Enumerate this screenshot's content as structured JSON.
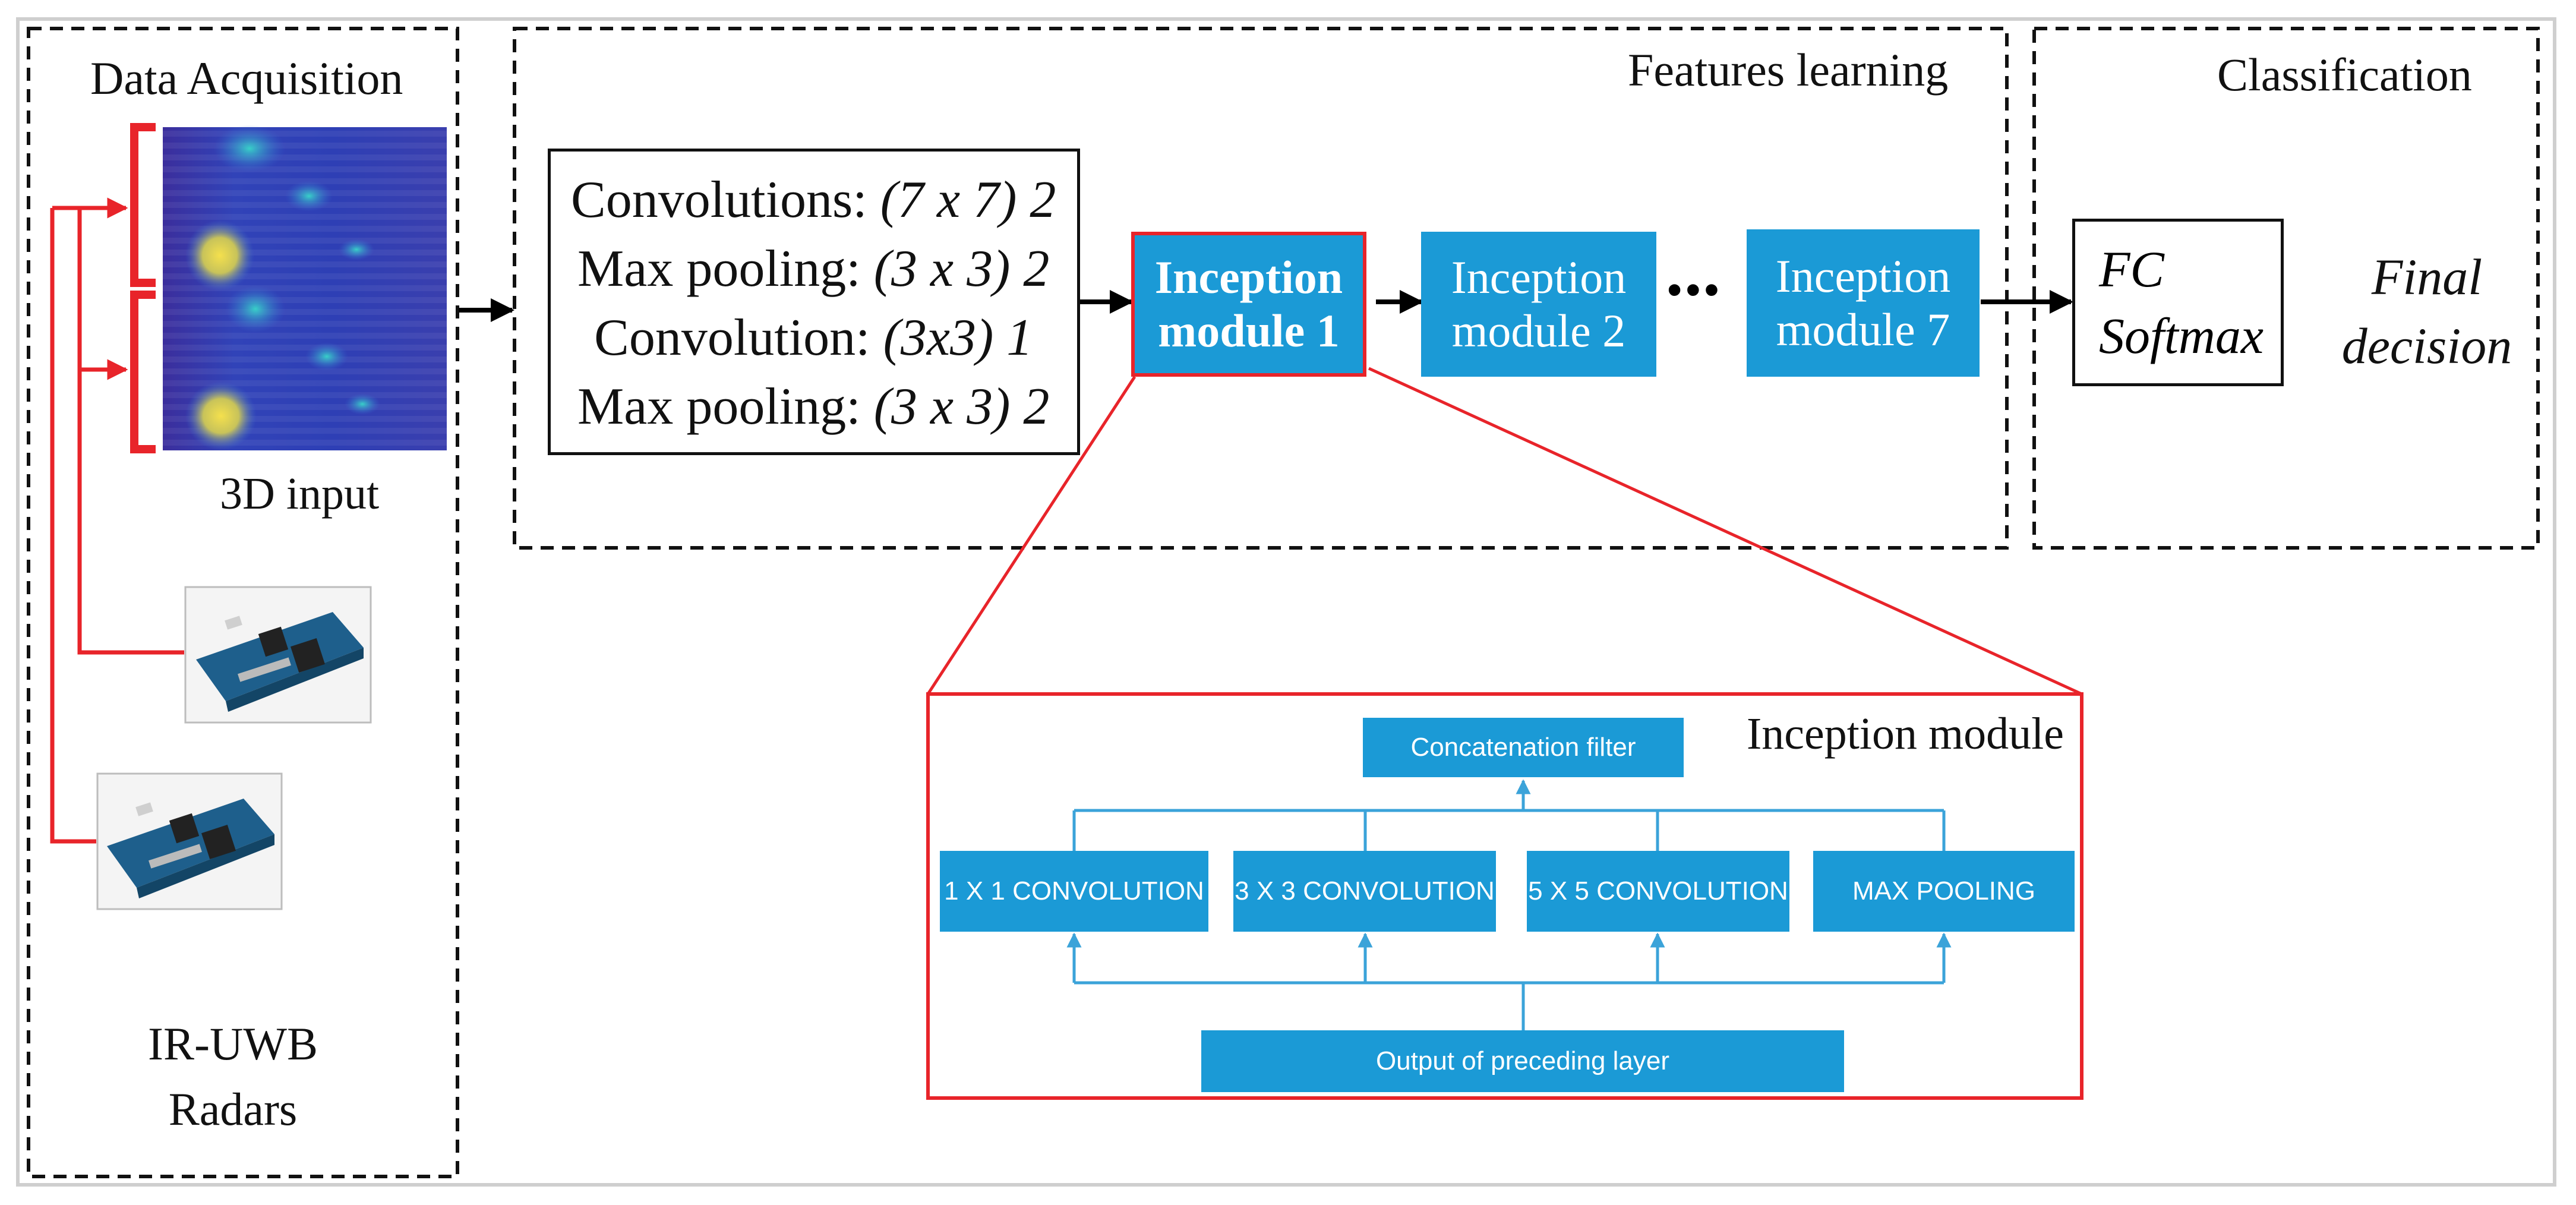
{
  "sections": {
    "acquisition": "Data Acquisition",
    "features": "Features learning",
    "classification": "Classification"
  },
  "acquisition": {
    "input_label": "3D input",
    "radar_label_line1": "IR-UWB",
    "radar_label_line2": "Radars"
  },
  "stem_block": {
    "line1_prefix": "Convolutions: ",
    "line1_value": "(7 x 7) 2",
    "line2_prefix": "Max pooling: ",
    "line2_value": "(3 x 3) 2",
    "line3_prefix": "Convolution: ",
    "line3_value": "(3x3) 1",
    "line4_prefix": "Max pooling: ",
    "line4_value": "(3 x 3) 2"
  },
  "modules": {
    "m1_line1": "Inception",
    "m1_line2": "module 1",
    "m2_line1": "Inception",
    "m2_line2": "module 2",
    "m7_line1": "Inception",
    "m7_line2": "module 7",
    "ellipsis": "•••"
  },
  "classifier": {
    "fc_line1": "FC",
    "fc_line2": "Softmax",
    "decision_line1": "Final",
    "decision_line2": "decision"
  },
  "inception_detail": {
    "title": "Inception module",
    "concat": "Concatenation filter",
    "branches": [
      "1 X 1 CONVOLUTION",
      "3 X 3 CONVOLUTION",
      "5 X 5 CONVOLUTION",
      "MAX POOLING"
    ],
    "input": "Output of preceding layer"
  },
  "colors": {
    "module_blue": "#1b9ad6",
    "highlight_red": "#e8242a",
    "connector_blue": "#3ba3d9",
    "radar_board": "#1e5f8c"
  },
  "icons": {
    "heatmap": "radar-heatmap-image",
    "radar": "radar-board-image"
  }
}
